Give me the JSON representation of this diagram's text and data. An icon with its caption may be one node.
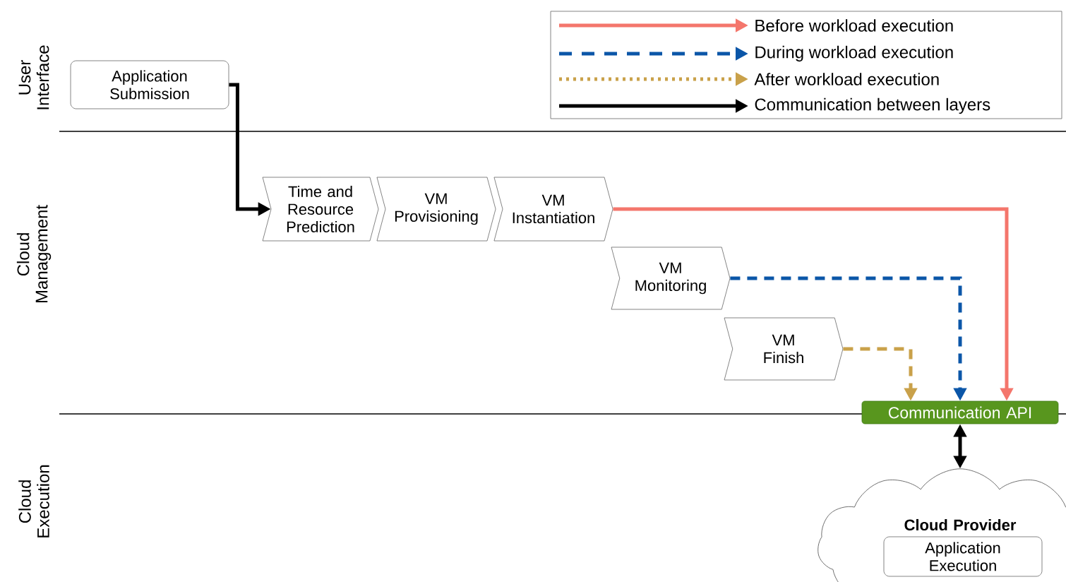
{
  "diagram": {
    "nodes": [
      {
        "text": [
          "Application Submission"
        ]
      },
      {
        "text": [
          "Time and Resource Prediction"
        ]
      },
      {
        "text": [
          "VM Provisioning"
        ]
      },
      {
        "text": [
          "VM Instantiation"
        ]
      },
      {
        "text": [
          "VM Monitoring"
        ]
      },
      {
        "text": [
          "VM Finish"
        ]
      },
      {
        "text": [
          "Communication API"
        ]
      },
      {
        "text": [
          "Cloud Provider"
        ]
      },
      {
        "text": [
          "Application Execution"
        ],
        "in": 7
      }
    ],
    "edges": [
      {
        "from": 0,
        "to": 1,
        "arrow": "to"
      },
      {
        "from": 3,
        "to": 6,
        "arrow": "to",
        "color": "#f4766c"
      },
      {
        "from": 4,
        "to": 6,
        "arrow": "to",
        "style": "dashed",
        "color": "#0b56a8"
      },
      {
        "from": 5,
        "to": 6,
        "arrow": "to",
        "style": "dashed",
        "color": "#c9a14a"
      },
      {
        "from": 6,
        "to": 7,
        "arrow": "both"
      }
    ],
    "labels": [
      "User Interface",
      "Cloud Management",
      "Cloud Execution"
    ],
    "legend": [
      {
        "text": "Before workload execution"
      },
      {
        "text": "During workload execution"
      },
      {
        "text": "After workload execution"
      },
      {
        "text": "Communication between layers"
      }
    ]
  }
}
